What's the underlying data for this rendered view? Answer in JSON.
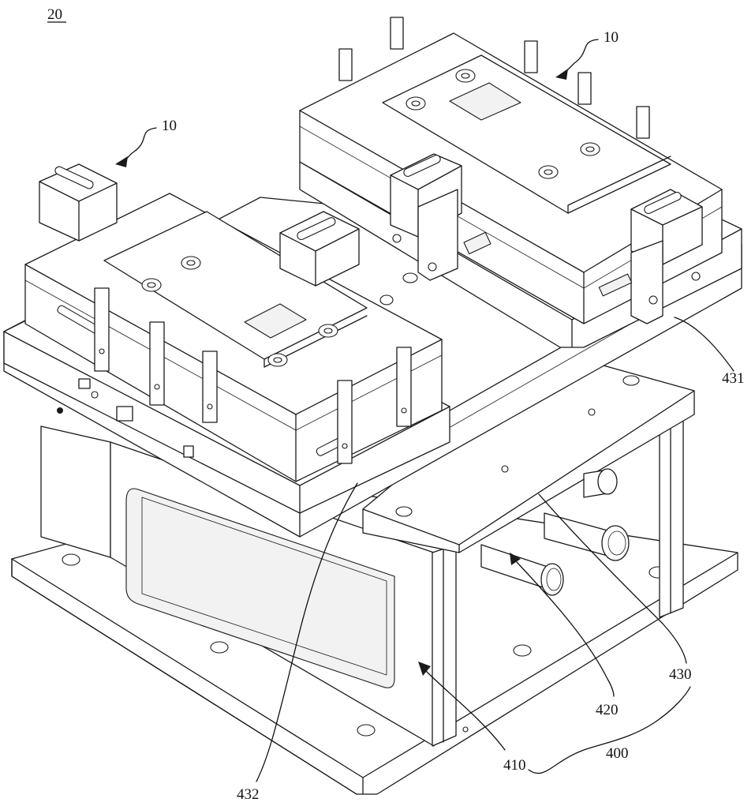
{
  "figure": {
    "number": "20",
    "labels": {
      "module_a": "10",
      "module_b": "10",
      "plate_431": "431",
      "plate_430": "430",
      "part_420": "420",
      "part_410": "410",
      "assembly_400": "400",
      "plate_432": "432"
    }
  }
}
